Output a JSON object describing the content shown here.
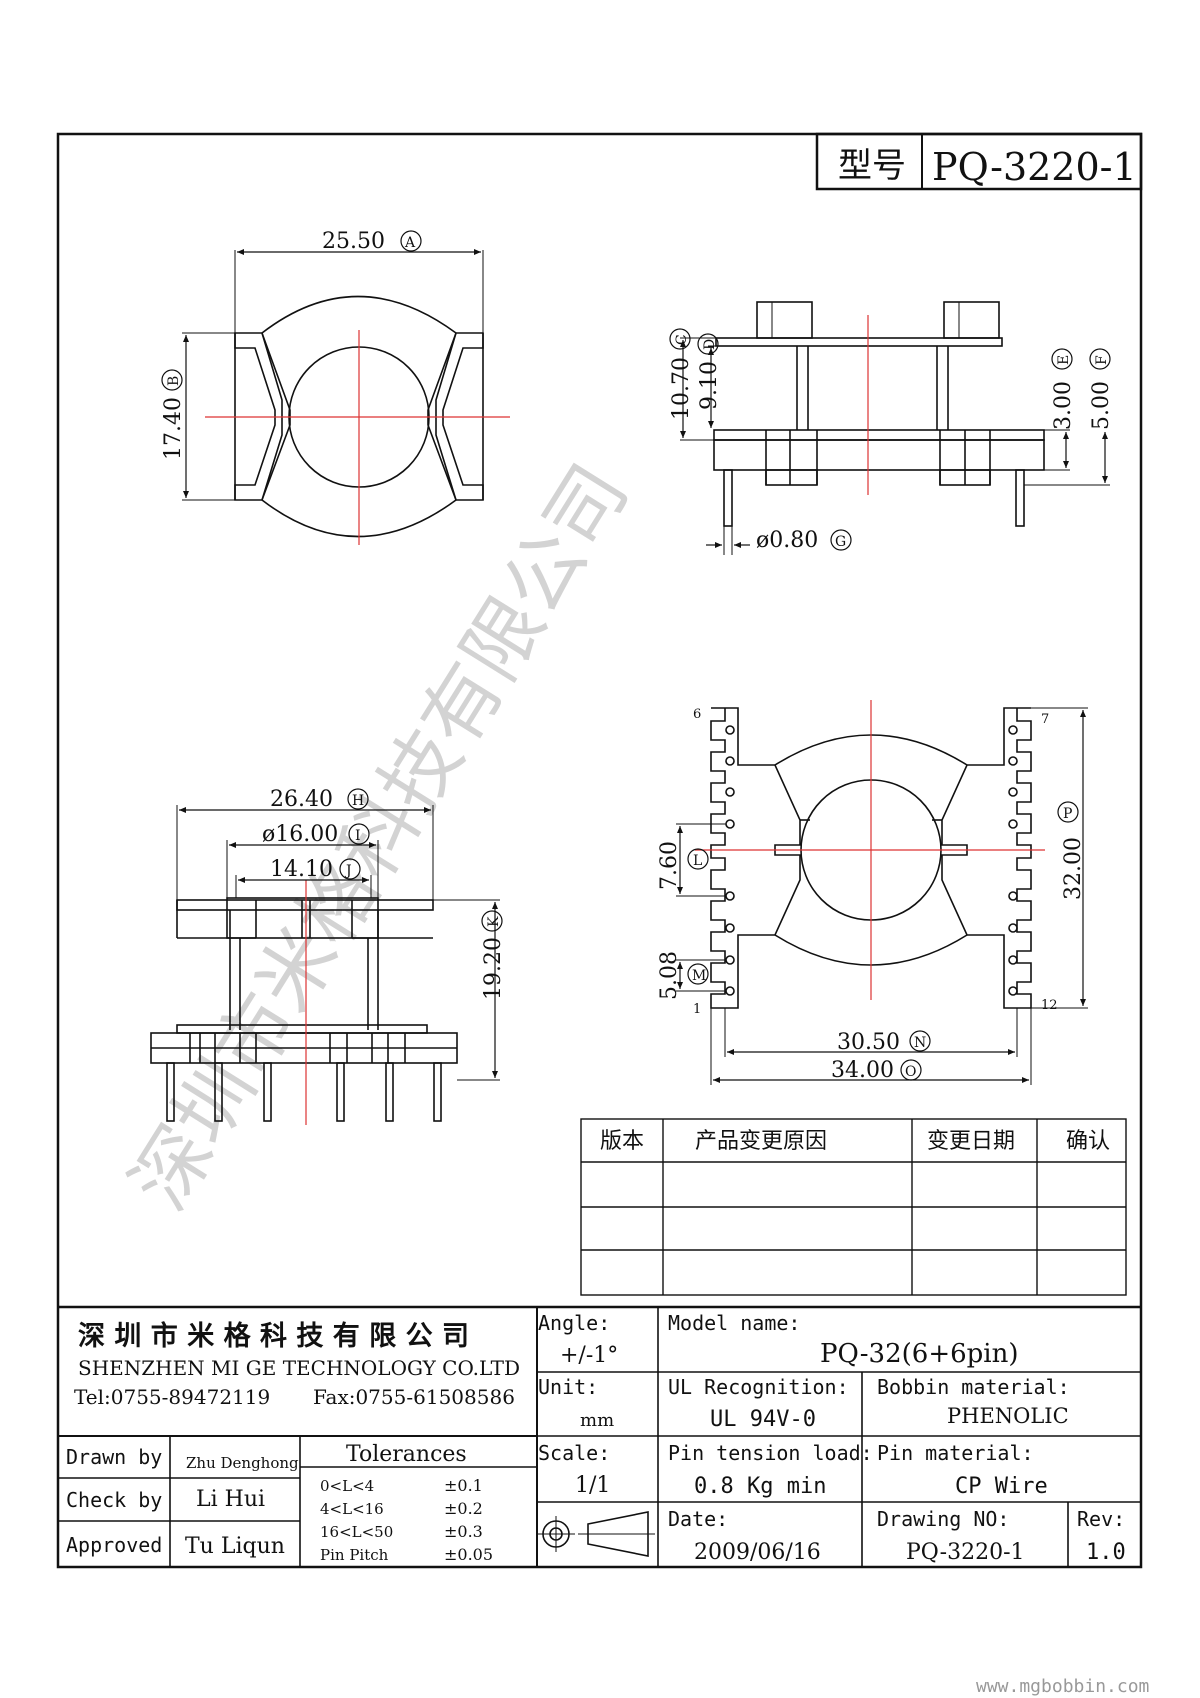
{
  "title_block": {
    "model_label": "型号",
    "model_value": "PQ-3220-1"
  },
  "dimensions": {
    "a": "25.50",
    "a_tag": "A",
    "b": "17.40",
    "b_tag": "B",
    "c": "10.70",
    "c_tag": "C",
    "d": "9.10",
    "d_tag": "D",
    "e": "3.00",
    "e_tag": "E",
    "f": "5.00",
    "f_tag": "F",
    "g": "ø0.80",
    "g_tag": "G",
    "h": "26.40",
    "h_tag": "H",
    "i": "ø16.00",
    "i_tag": "I",
    "j": "14.10",
    "j_tag": "J",
    "k": "19.20",
    "k_tag": "K",
    "l": "7.60",
    "l_tag": "L",
    "m": "5.08",
    "m_tag": "M",
    "n": "30.50",
    "n_tag": "N",
    "o": "34.00",
    "o_tag": "O",
    "p": "32.00",
    "p_tag": "P"
  },
  "pins": {
    "p1": "1",
    "p6": "6",
    "p7": "7",
    "p12": "12"
  },
  "revision_table": {
    "headers": [
      "版本",
      "产品变更原因",
      "变更日期",
      "确认"
    ]
  },
  "company": {
    "name_cn": "深 圳 市 米 格 科 技 有 限 公 司",
    "name_en": "SHENZHEN  MI GE TECHNOLOGY  CO.LTD",
    "tel": "Tel:0755-89472119",
    "fax": "Fax:0755-61508586"
  },
  "spec": {
    "angle_label": "Angle:",
    "angle_value": "+/-1°",
    "unit_label": "Unit:",
    "unit_value": "mm",
    "scale_label": "Scale:",
    "scale_value": "1/1",
    "model_name_label": "Model name:",
    "model_name_value": "PQ-32(6+6pin)",
    "ul_label": "UL Recognition:",
    "ul_value": "UL 94V-0",
    "bobbin_label": "Bobbin material:",
    "bobbin_value": "PHENOLIC",
    "pin_tension_label": "Pin tension load:",
    "pin_tension_value": "0.8 Kg min",
    "pin_material_label": "Pin material:",
    "pin_material_value": "CP Wire",
    "date_label": "Date:",
    "date_value": "2009/06/16",
    "drawing_no_label": "Drawing NO:",
    "drawing_no_value": "PQ-3220-1",
    "rev_label": "Rev:",
    "rev_value": "1.0"
  },
  "people": {
    "drawn_label": "Drawn by",
    "drawn_value": "Zhu Denghong",
    "check_label": "Check by",
    "check_value": "Li Hui",
    "approved_label": "Approved",
    "approved_value": "Tu Liqun"
  },
  "tolerances": {
    "title": "Tolerances",
    "rows": [
      {
        "range": "0<L<4",
        "tol": "±0.1"
      },
      {
        "range": "4<L<16",
        "tol": "±0.2"
      },
      {
        "range": "16<L<50",
        "tol": "±0.3"
      },
      {
        "range": "Pin Pitch",
        "tol": "±0.05"
      }
    ]
  },
  "watermark": "深圳市米格科技有限公司",
  "footer_url": "www.mgbobbin.com"
}
